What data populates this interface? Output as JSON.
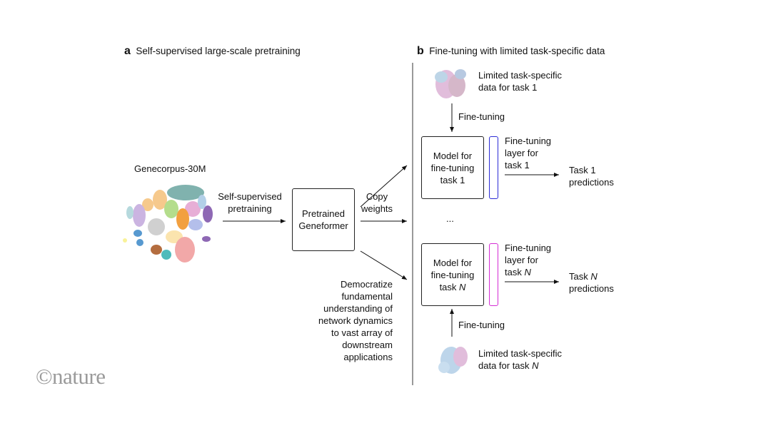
{
  "panel_a": {
    "letter": "a",
    "title": "Self-supervised large-scale pretraining",
    "corpus_label": "Genecorpus-30M",
    "pretraining_label": [
      "Self-supervised",
      "pretraining"
    ],
    "model_box": [
      "Pretrained",
      "Geneformer"
    ],
    "copy_label": [
      "Copy",
      "weights"
    ],
    "democratize": [
      "Democratize",
      "fundamental",
      "understanding of",
      "network dynamics",
      "to vast array of",
      "downstream",
      "applications"
    ]
  },
  "panel_b": {
    "letter": "b",
    "title": "Fine-tuning with limited task-specific data",
    "data_task1": [
      "Limited task-specific",
      "data for task 1"
    ],
    "finetuning_label_top": "Fine-tuning",
    "model_task1": [
      "Model for",
      "fine-tuning",
      "task 1"
    ],
    "layer_task1": [
      "Fine-tuning",
      "layer for",
      "task 1"
    ],
    "pred_task1": [
      "Task 1",
      "predictions"
    ],
    "ellipsis": "...",
    "model_taskN": [
      "Model for",
      "fine-tuning",
      "task ",
      "N"
    ],
    "layer_taskN": [
      "Fine-tuning",
      "layer for",
      "task ",
      "N"
    ],
    "pred_taskN": [
      "Task ",
      "N",
      "predictions"
    ],
    "finetuning_label_bottom": "Fine-tuning",
    "data_taskN": [
      "Limited task-specific",
      "data for task ",
      "N"
    ]
  },
  "colors": {
    "task1_layer": "#2b2bd6",
    "taskN_layer": "#d42bd4"
  },
  "logo": "©nature"
}
